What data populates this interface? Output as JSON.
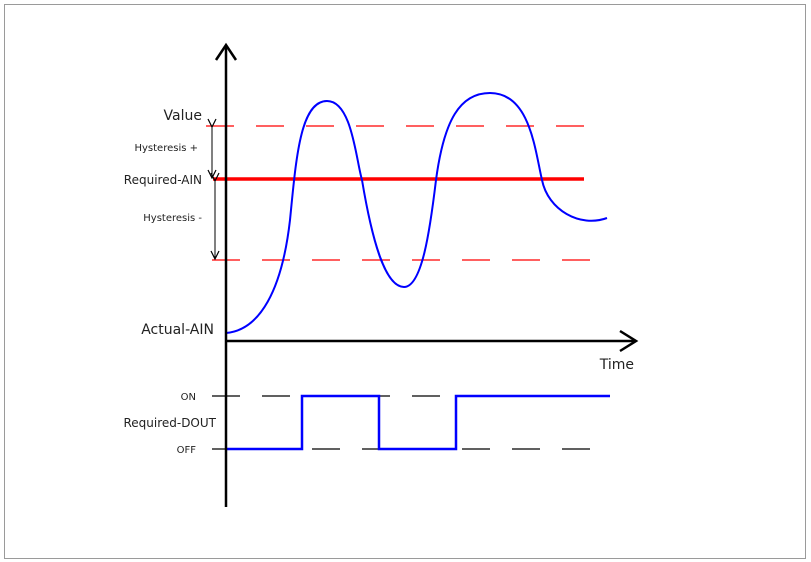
{
  "diagram": {
    "y_label": "Value",
    "x_label": "Time",
    "hysteresis_plus": "Hysteresis +",
    "hysteresis_minus": "Hysteresis -",
    "required_ain": "Required-AIN",
    "actual_ain": "Actual-AIN",
    "dout_on": "ON",
    "dout_off": "OFF",
    "required_dout": "Required-DOUT"
  },
  "colors": {
    "required_line": "#ff0000",
    "actual_curve": "#0000ff",
    "axis": "#000000"
  }
}
